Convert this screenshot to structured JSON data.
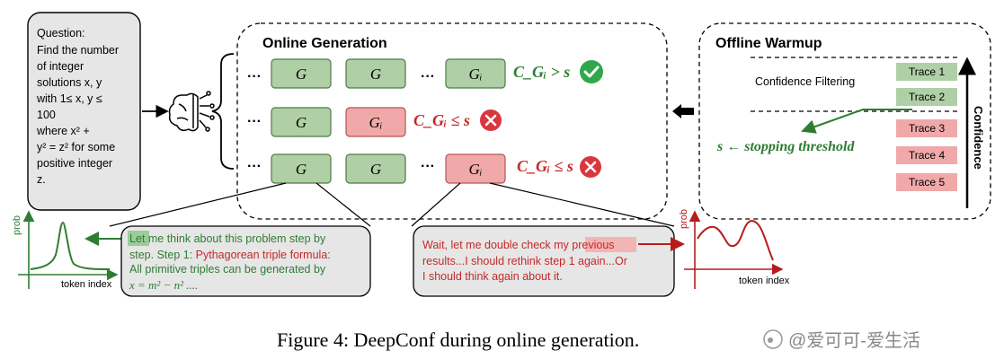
{
  "question": {
    "lines": [
      "Question:",
      "Find the number",
      "of integer",
      "solutions x, y",
      "with 1≤ x, y ≤",
      "100",
      "where x² +",
      "y² = z² for some",
      "positive integer",
      "z."
    ]
  },
  "online": {
    "title": "Online Generation",
    "ellipsis": "···",
    "g": "G",
    "gi": "Gᵢ",
    "row1_cond": "C_Gᵢ > s",
    "row2_cond": "C_Gᵢ ≤ s",
    "row3_cond": "C_Gᵢ ≤ s"
  },
  "offline": {
    "title": "Offline Warmup",
    "filter_label": "Confidence Filtering",
    "threshold_label": "s ← stopping threshold",
    "axis_label": "Confidence",
    "traces": [
      "Trace 1",
      "Trace 2",
      "Trace 3",
      "Trace 4",
      "Trace 5"
    ]
  },
  "left_plot": {
    "ylabel": "prob",
    "xlabel": "token index"
  },
  "right_plot": {
    "ylabel": "prob",
    "xlabel": "token index"
  },
  "green_text": {
    "line1_hl": "Let",
    "line1_rest": " me think about this problem step by",
    "line2_a": "step. Step 1: ",
    "line2_b": "Pythagorean triple formula",
    "line2_c": ":",
    "line3": "All primitive triples can be generated by",
    "line4": "x = m² − n² ...."
  },
  "red_text": {
    "line1_a": "Wait, let me double check my ",
    "line1_hl": "previous",
    "line2": "results...I should rethink step 1 again...Or",
    "line3": "I should think again about it."
  },
  "caption": "Figure 4: DeepConf during online generation.",
  "watermark": "@爱可可-爱生活",
  "colors": {
    "green_fill": "#afcfa6",
    "green_stroke": "#4e7a45",
    "red_fill": "#f0a8a8",
    "red_stroke": "#b55555",
    "green_text": "#2e7d32",
    "red_text": "#c62828",
    "check": "#2ea84a",
    "cross": "#d9363e"
  }
}
